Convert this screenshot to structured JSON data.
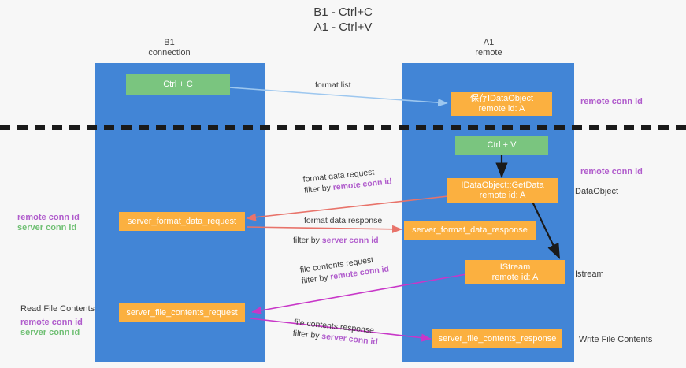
{
  "title": {
    "line1": "B1 - Ctrl+C",
    "line2": "A1 - Ctrl+V"
  },
  "columns": [
    {
      "name": "B1",
      "sub": "connection"
    },
    {
      "name": "A1",
      "sub": "remote"
    }
  ],
  "boxes": {
    "ctrl_c": {
      "label": "Ctrl + C"
    },
    "save_idataobject": {
      "line1": "保存IDataObject",
      "line2": "remote id: A"
    },
    "ctrl_v": {
      "label": "Ctrl + V"
    },
    "getdata": {
      "line1": "IDataObject::GetData",
      "line2": "remote id: A"
    },
    "server_format_data_request": {
      "label": "server_format_data_request"
    },
    "server_format_data_response": {
      "label": "server_format_data_response"
    },
    "istream": {
      "line1": "IStream",
      "line2": "remote id: A"
    },
    "server_file_contents_request": {
      "label": "server_file_contents_request"
    },
    "server_file_contents_response": {
      "label": "server_file_contents_response"
    }
  },
  "right_labels": {
    "remote_conn_id_top": "remote conn id",
    "remote_conn_id_mid": "remote conn id",
    "dataobject": "DataObject",
    "istream": "Istream",
    "write_file_contents": "Write File Contents"
  },
  "left_labels": {
    "remote_conn_id": "remote conn id",
    "server_conn_id": "server conn id",
    "read_file_contents": "Read File Contents",
    "remote_conn_id_2": "remote conn id",
    "server_conn_id_2": "server conn id"
  },
  "arrow_labels": {
    "format_list": "format list",
    "format_data_request": "format data request",
    "format_data_request_filter_prefix": "filter by ",
    "format_data_request_filter_key": "remote conn id",
    "format_data_response": "format data response",
    "format_data_response_filter_prefix": "filter by ",
    "format_data_response_filter_key": "server conn id",
    "file_contents_request": "file contents request",
    "file_contents_request_filter_prefix": "filter by ",
    "file_contents_request_filter_key": "remote conn id",
    "file_contents_response": "file contents response",
    "file_contents_response_filter_prefix": "filter by ",
    "file_contents_response_filter_key": "server conn id"
  },
  "colors": {
    "lane": "#4285d6",
    "green_box": "#7ac57f",
    "orange_box": "#fbb040",
    "purple": "#b05ccc",
    "green_text": "#6fbf73",
    "arrow_blue": "#9dc7ef",
    "arrow_red": "#e8736a",
    "arrow_magenta": "#c837c8",
    "arrow_black": "#1a1a1a",
    "divider": "#1a1a1a"
  }
}
